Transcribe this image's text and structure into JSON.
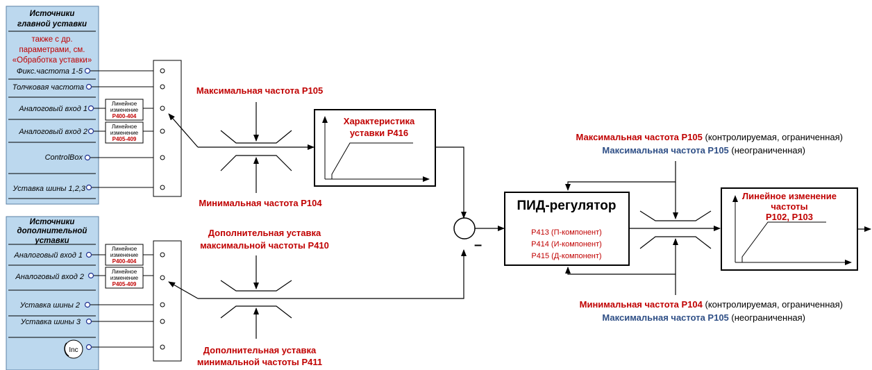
{
  "main_sources": {
    "title_1": "Источники",
    "title_2": "главной уставки",
    "note_1": "также с др.",
    "note_2": "параметрами, см.",
    "note_3": "«Обработка уставки»",
    "items": [
      "Фикс.частота 1-5",
      "Толчковая частота",
      "Аналоговый вход 1",
      "Аналоговый вход 2",
      "ControlBox",
      "Уставка шины 1,2,3"
    ]
  },
  "add_sources": {
    "title_1": "Источники",
    "title_2": "дополнительной",
    "title_3": "уставки",
    "items": [
      "Аналоговый вход 1",
      "Аналоговый вход 2",
      "Уставка шины 2",
      "Уставка шины 3"
    ],
    "inc_label": "Inc"
  },
  "ramp_boxes": [
    {
      "line1": "Линейное",
      "line2": "изменение",
      "param": "P400-404"
    },
    {
      "line1": "Линейное",
      "line2": "изменение",
      "param": "P405-409"
    },
    {
      "line1": "Линейное",
      "line2": "изменение",
      "param": "P400-404"
    },
    {
      "line1": "Линейное",
      "line2": "изменение",
      "param": "P405-409"
    }
  ],
  "limits": {
    "max_freq": "Максимальная частота P105",
    "min_freq": "Минимальная частота P104",
    "add_max_1": "Дополнительная уставка",
    "add_max_2": "максимальной частоты P410",
    "add_min_1": "Дополнительная уставка",
    "add_min_2": "минимальной частоты P411"
  },
  "characteristic": {
    "line1": "Характеристика",
    "line2": "уставки P416"
  },
  "pid": {
    "title": "ПИД-регулятор",
    "components": [
      "P413 (П-компонент)",
      "P414 (И-компонент)",
      "P415 (Д-компонент)"
    ],
    "top_red": "Максимальная частота P105",
    "top_red_note": "(контролируемая, ограниченная)",
    "top_blue": "Максимальная частота P105",
    "top_blue_note": "(неограниченная)",
    "bottom_red": "Минимальная частота P104",
    "bottom_red_note": "(контролируемая, ограниченная)",
    "bottom_blue": "Максимальная частота P105",
    "bottom_blue_note": "(неограниченная)"
  },
  "output_ramp": {
    "line1": "Линейное изменение",
    "line2": "частоты",
    "line3": "P102, P103"
  },
  "summing": {
    "minus_sign": "–"
  },
  "colors": {
    "panel_fill": "#bcd8ee",
    "accent_red": "#c00000",
    "accent_blue": "#2f4f86"
  }
}
